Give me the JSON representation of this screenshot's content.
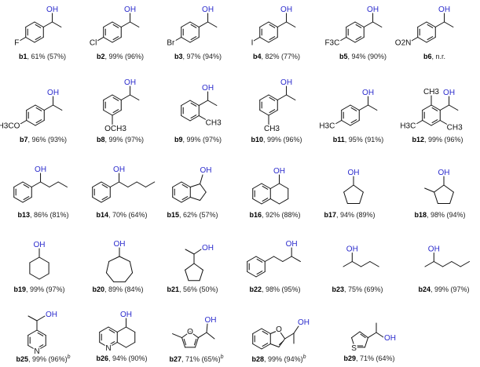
{
  "colors": {
    "bond": "#111111",
    "hydroxyl": "#2b2bcc",
    "text": "#222222"
  },
  "compounds": [
    {
      "id": "b1",
      "yield": "61%",
      "isolated": "(57%)",
      "note": "",
      "labels": [
        "OH",
        "F"
      ]
    },
    {
      "id": "b2",
      "yield": "99%",
      "isolated": "(96%)",
      "note": "",
      "labels": [
        "OH",
        "Cl"
      ]
    },
    {
      "id": "b3",
      "yield": "97%",
      "isolated": "(94%)",
      "note": "",
      "labels": [
        "OH",
        "Br"
      ]
    },
    {
      "id": "b4",
      "yield": "82%",
      "isolated": "(77%)",
      "note": "",
      "labels": [
        "OH",
        "I"
      ]
    },
    {
      "id": "b5",
      "yield": "94%",
      "isolated": "(90%)",
      "note": "",
      "labels": [
        "OH",
        "F3C"
      ]
    },
    {
      "id": "b6",
      "yield": "n.r.",
      "isolated": "",
      "note": "",
      "labels": [
        "OH",
        "O2N"
      ]
    },
    {
      "id": "b7",
      "yield": "96%",
      "isolated": "(93%)",
      "note": "",
      "labels": [
        "OH",
        "H3CO"
      ]
    },
    {
      "id": "b8",
      "yield": "99%",
      "isolated": "(97%)",
      "note": "",
      "labels": [
        "OH",
        "OCH3"
      ]
    },
    {
      "id": "b9",
      "yield": "99%",
      "isolated": "(97%)",
      "note": "",
      "labels": [
        "OH",
        "CH3"
      ]
    },
    {
      "id": "b10",
      "yield": "99%",
      "isolated": "(96%)",
      "note": "",
      "labels": [
        "OH",
        "CH3"
      ]
    },
    {
      "id": "b11",
      "yield": "95%",
      "isolated": "(91%)",
      "note": "",
      "labels": [
        "OH",
        "H3C"
      ]
    },
    {
      "id": "b12",
      "yield": "99%",
      "isolated": "(96%)",
      "note": "",
      "labels": [
        "OH",
        "CH3",
        "CH3",
        "H3C"
      ]
    },
    {
      "id": "b13",
      "yield": "86%",
      "isolated": "(81%)",
      "note": "",
      "labels": [
        "OH"
      ]
    },
    {
      "id": "b14",
      "yield": "70%",
      "isolated": "(64%)",
      "note": "",
      "labels": [
        "OH"
      ]
    },
    {
      "id": "b15",
      "yield": "62%",
      "isolated": "(57%)",
      "note": "",
      "labels": [
        "OH"
      ]
    },
    {
      "id": "b16",
      "yield": "92%",
      "isolated": "(88%)",
      "note": "",
      "labels": [
        "OH"
      ]
    },
    {
      "id": "b17",
      "yield": "94%",
      "isolated": "(89%)",
      "note": "",
      "labels": [
        "OH"
      ]
    },
    {
      "id": "b18",
      "yield": "98%",
      "isolated": "(94%)",
      "note": "",
      "labels": [
        "OH"
      ]
    },
    {
      "id": "b19",
      "yield": "99%",
      "isolated": "(97%)",
      "note": "",
      "labels": [
        "OH"
      ]
    },
    {
      "id": "b20",
      "yield": "89%",
      "isolated": "(84%)",
      "note": "",
      "labels": [
        "OH"
      ]
    },
    {
      "id": "b21",
      "yield": "56%",
      "isolated": "(50%)",
      "note": "",
      "labels": [
        "OH"
      ]
    },
    {
      "id": "b22",
      "yield": "98%",
      "isolated": "(95%)",
      "note": "",
      "labels": [
        "OH"
      ]
    },
    {
      "id": "b23",
      "yield": "75%",
      "isolated": "(69%)",
      "note": "",
      "labels": [
        "OH"
      ]
    },
    {
      "id": "b24",
      "yield": "99%",
      "isolated": "(97%)",
      "note": "",
      "labels": [
        "OH"
      ]
    },
    {
      "id": "b25",
      "yield": "99%",
      "isolated": "(96%)",
      "note": "b",
      "labels": [
        "OH",
        "N"
      ]
    },
    {
      "id": "b26",
      "yield": "94%",
      "isolated": "(90%)",
      "note": "",
      "labels": [
        "OH",
        "N"
      ]
    },
    {
      "id": "b27",
      "yield": "71%",
      "isolated": "(65%)",
      "note": "b",
      "labels": [
        "OH",
        "O"
      ]
    },
    {
      "id": "b28",
      "yield": "99%",
      "isolated": "(94%)",
      "note": "b",
      "labels": [
        "OH",
        "O"
      ]
    },
    {
      "id": "b29",
      "yield": "71%",
      "isolated": "(64%)",
      "note": "",
      "labels": [
        "OH",
        "S"
      ]
    }
  ]
}
